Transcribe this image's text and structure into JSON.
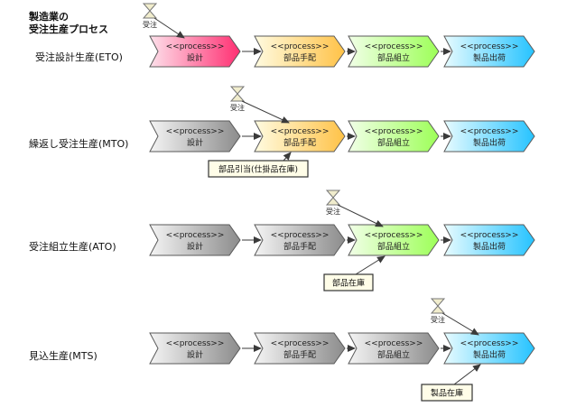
{
  "title": {
    "line1": "製造業の",
    "line2": "受注生産プロセス"
  },
  "stereotype": "<<process>>",
  "order_label": "受注",
  "colors": {
    "design": [
      "#fde0ea",
      "#ff2f72"
    ],
    "parts": [
      "#fffbe0",
      "#ffc247"
    ],
    "assembly": [
      "#f1ffe7",
      "#9dff58"
    ],
    "shipping": [
      "#e6fbff",
      "#26c3ff"
    ],
    "gray": [
      "#f4f4f4",
      "#8c8c8c"
    ],
    "stroke": "#5a5a5a",
    "note_fill": "#fffde8"
  },
  "steps": [
    "設計",
    "部品手配",
    "部品組立",
    "製品出荷"
  ],
  "rows": [
    {
      "label": "受注設計生産(ETO)",
      "fills": [
        "design",
        "parts",
        "assembly",
        "shipping"
      ],
      "order_at": 0,
      "note": ""
    },
    {
      "label": "繰返し受注生産(MTO)",
      "fills": [
        "gray",
        "parts",
        "assembly",
        "shipping"
      ],
      "order_at": 1,
      "note": "部品引当(仕掛品在庫)"
    },
    {
      "label": "受注組立生産(ATO)",
      "fills": [
        "gray",
        "gray",
        "assembly",
        "shipping"
      ],
      "order_at": 2,
      "note": "部品在庫"
    },
    {
      "label": "見込生産(MTS)",
      "fills": [
        "gray",
        "gray",
        "gray",
        "shipping"
      ],
      "order_at": 3,
      "note": "製品在庫"
    }
  ]
}
